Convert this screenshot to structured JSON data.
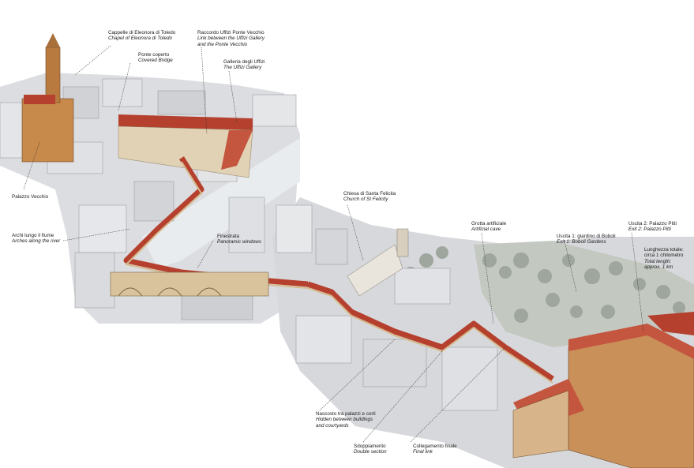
{
  "labels": {
    "cappelle": {
      "it": "Cappelle di Eleonora di Toledo",
      "en": "Chapel of Eleonora di Toledo"
    },
    "raccordo": {
      "it": "Raccordo Uffizi Ponte Vecchio",
      "en1": "Link between the Uffizi Gallery",
      "en2": "and the Ponte Vecchio"
    },
    "ponte": {
      "it": "Ponte coperto",
      "en": "Covered Bridge"
    },
    "galleria": {
      "it": "Galleria degli Uffizi",
      "en": "The Uffizi Gallery"
    },
    "palazzo_vecchio": {
      "it": "Palazzo Vecchio"
    },
    "archi": {
      "it": "Archi lungo il fiume",
      "en": "Arches along the river"
    },
    "finestrata": {
      "it": "Finestrata",
      "en": "Panoramic windows"
    },
    "chiesa": {
      "it": "Chiesa di Santa Felicita",
      "en": "Church of St Felicity"
    },
    "grotta": {
      "it": "Grotta artificiale",
      "en": "Artificial cave"
    },
    "uscita1": {
      "it": "Uscita 1: giardino di Boboli",
      "en": "Exit 1: Boboli Gardens"
    },
    "uscita2": {
      "it": "Uscita 2: Palazzo Pitti",
      "en": "Exit 2: Palazzo Pitti"
    },
    "lunghezza": {
      "it1": "Lunghezza totale:",
      "it2": "circa 1 chilometro",
      "en1": "Total length:",
      "en2": "approx. 1 km"
    },
    "nascosto": {
      "it": "Nascosto tra palazzi e corti",
      "en1": "Hidden between buildings",
      "en2": "and courtyards"
    },
    "sdoppiamento": {
      "it": "Sdoppiamento",
      "en": "Double section"
    },
    "collegamento": {
      "it": "Collegamento finale",
      "en": "Final link"
    }
  },
  "colors": {
    "corridor_roof": "#b5402e",
    "corridor_wall": "#d6b98c",
    "building_light": "#e6e6e8",
    "building_mid": "#c9cbcf",
    "building_dark": "#9ea2a8",
    "roof_tile": "#c4553e",
    "stone_warm": "#c88a4a",
    "tree_gray": "#aeb3ad",
    "river": "#dfe3e6",
    "leader": "#333333"
  }
}
